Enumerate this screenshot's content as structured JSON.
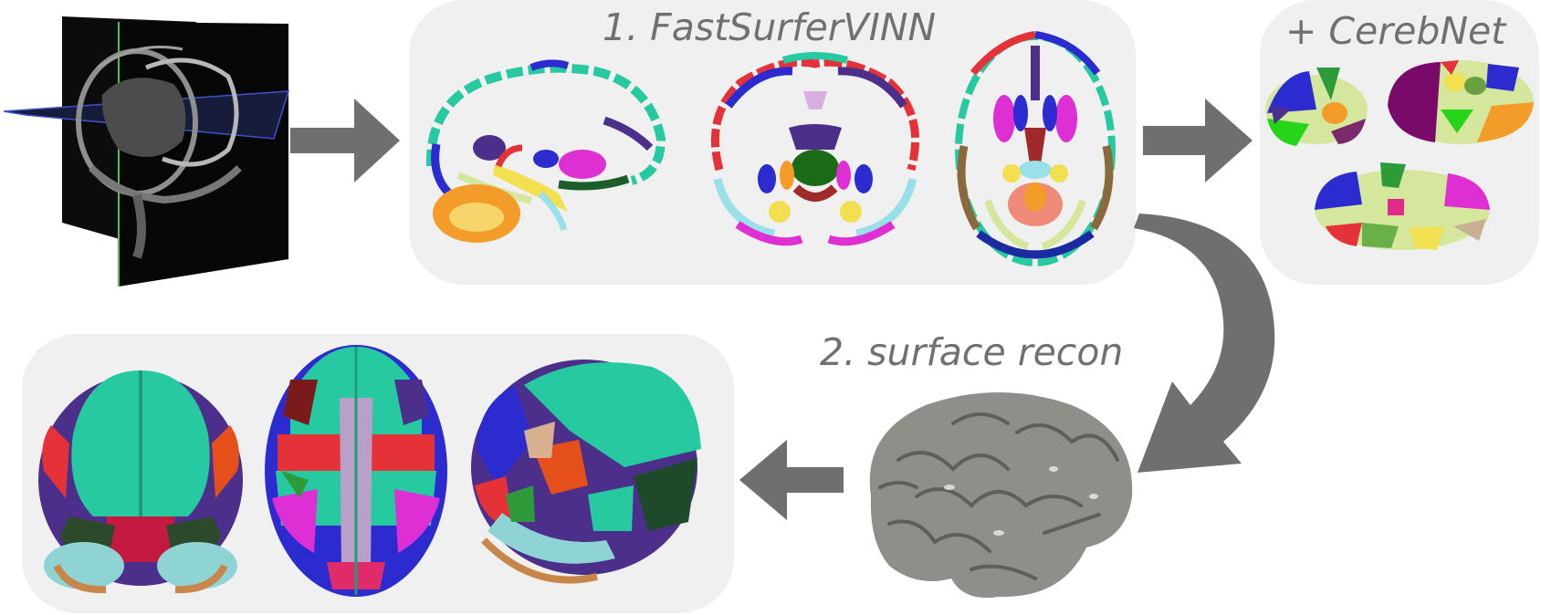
{
  "stage1": {
    "title": "1. FastSurferVINN"
  },
  "stage1b": {
    "title": "+ CerebNet"
  },
  "stage2": {
    "title": "2. surface recon"
  },
  "colors": {
    "panel": "#f0f0f0",
    "arrow": "#6f6f6f",
    "title": "#707070",
    "mri": "#000000",
    "surface": "#8f8e89",
    "labels": [
      "#26c9a0",
      "#4b2f8a",
      "#e53138",
      "#2b2bd0",
      "#f39c2a",
      "#de2fd4",
      "#1b6b16",
      "#9ae0e8",
      "#d4e79c",
      "#f08a78",
      "#8a6a3c",
      "#2e9a3a"
    ]
  },
  "icons": [
    "mri-volume-icon",
    "sagittal-segmentation-icon",
    "coronal-segmentation-icon",
    "axial-segmentation-icon",
    "cerebellum-segmentation-icon",
    "cortical-surface-icon",
    "parcellated-brain-icon"
  ]
}
